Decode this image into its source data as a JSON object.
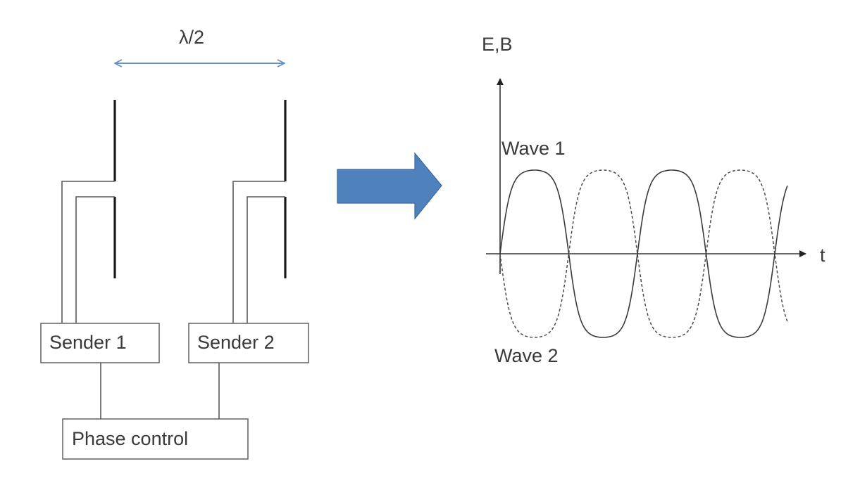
{
  "spacing": {
    "label": "λ/2"
  },
  "senders": [
    {
      "label": "Sender 1"
    },
    {
      "label": "Sender 2"
    }
  ],
  "phase_control": {
    "label": "Phase control"
  },
  "graph": {
    "y_axis_label": "E,B",
    "x_axis_label": "t",
    "waves": [
      {
        "label": "Wave 1",
        "line_style": "solid"
      },
      {
        "label": "Wave 2",
        "line_style": "dashed"
      }
    ]
  },
  "colors": {
    "arrow": "#4f81bd",
    "spacing_arrow": "#6a90c8"
  }
}
